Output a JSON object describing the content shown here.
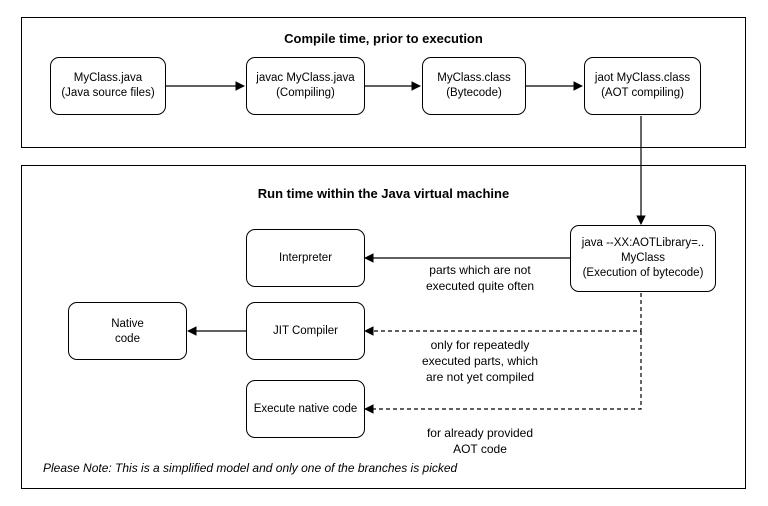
{
  "compile_panel": {
    "title": "Compile time, prior to execution"
  },
  "runtime_panel": {
    "title": "Run time within the Java virtual machine"
  },
  "nodes": {
    "source": {
      "line1": "MyClass.java",
      "line2": "(Java source files)"
    },
    "javac": {
      "line1": "javac MyClass.java",
      "line2": "(Compiling)"
    },
    "bytecode": {
      "line1": "MyClass.class",
      "line2": "(Bytecode)"
    },
    "jaotc": {
      "line1": "jaot MyClass.class",
      "line2": "(AOT compiling)"
    },
    "java_exec": {
      "line1": "java --XX:AOTLibrary=..",
      "line2": "MyClass",
      "line3": "(Execution of bytecode)"
    },
    "interpreter": {
      "line1": "Interpreter"
    },
    "jit": {
      "line1": "JIT Compiler"
    },
    "native_code": {
      "line1": "Native",
      "line2": "code"
    },
    "execute_native": {
      "line1": "Execute native code"
    }
  },
  "edge_labels": {
    "interpreter": {
      "line1": "parts which are not",
      "line2": "executed quite often"
    },
    "jit": {
      "line1": "only for repeatedly",
      "line2": "executed parts, which",
      "line3": "are not yet compiled"
    },
    "native": {
      "line1": "for already provided",
      "line2": "AOT code"
    }
  },
  "note": "Please Note: This is a simplified model and only one of the branches is picked"
}
